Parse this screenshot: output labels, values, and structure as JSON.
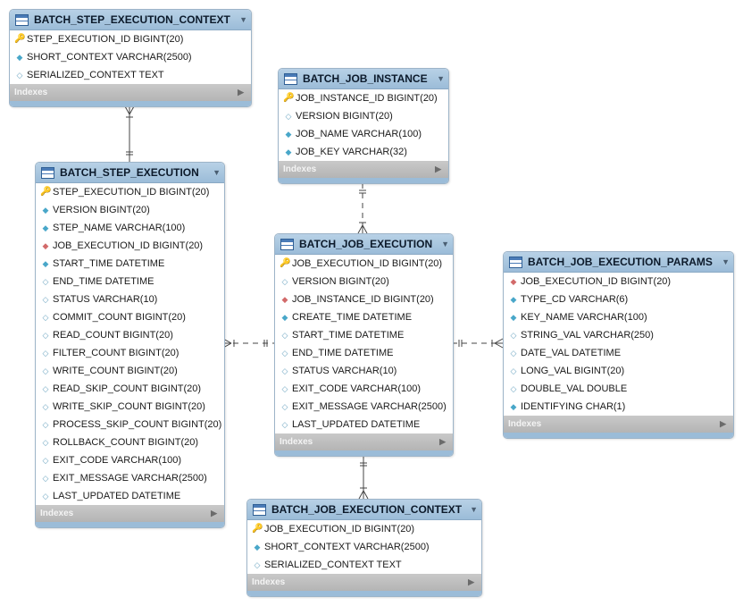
{
  "icons": {
    "primary_key": "key-icon",
    "foreign_key": "red-diamond-icon",
    "not_null": "filled-diamond-icon",
    "nullable": "hollow-diamond-icon",
    "table": "table-icon"
  },
  "indexes_label": "Indexes",
  "tables": [
    {
      "id": "batch_step_execution_context",
      "name": "BATCH_STEP_EXECUTION_CONTEXT",
      "columns": [
        {
          "text": "STEP_EXECUTION_ID BIGINT(20)",
          "icon": "pk"
        },
        {
          "text": "SHORT_CONTEXT VARCHAR(2500)",
          "icon": "nn"
        },
        {
          "text": "SERIALIZED_CONTEXT TEXT",
          "icon": "null"
        }
      ]
    },
    {
      "id": "batch_job_instance",
      "name": "BATCH_JOB_INSTANCE",
      "columns": [
        {
          "text": "JOB_INSTANCE_ID BIGINT(20)",
          "icon": "pk"
        },
        {
          "text": "VERSION BIGINT(20)",
          "icon": "null"
        },
        {
          "text": "JOB_NAME VARCHAR(100)",
          "icon": "nn"
        },
        {
          "text": "JOB_KEY VARCHAR(32)",
          "icon": "nn"
        }
      ]
    },
    {
      "id": "batch_step_execution",
      "name": "BATCH_STEP_EXECUTION",
      "columns": [
        {
          "text": "STEP_EXECUTION_ID BIGINT(20)",
          "icon": "pk"
        },
        {
          "text": "VERSION BIGINT(20)",
          "icon": "nn"
        },
        {
          "text": "STEP_NAME VARCHAR(100)",
          "icon": "nn"
        },
        {
          "text": "JOB_EXECUTION_ID BIGINT(20)",
          "icon": "fk"
        },
        {
          "text": "START_TIME DATETIME",
          "icon": "nn"
        },
        {
          "text": "END_TIME DATETIME",
          "icon": "null"
        },
        {
          "text": "STATUS VARCHAR(10)",
          "icon": "null"
        },
        {
          "text": "COMMIT_COUNT BIGINT(20)",
          "icon": "null"
        },
        {
          "text": "READ_COUNT BIGINT(20)",
          "icon": "null"
        },
        {
          "text": "FILTER_COUNT BIGINT(20)",
          "icon": "null"
        },
        {
          "text": "WRITE_COUNT BIGINT(20)",
          "icon": "null"
        },
        {
          "text": "READ_SKIP_COUNT BIGINT(20)",
          "icon": "null"
        },
        {
          "text": "WRITE_SKIP_COUNT BIGINT(20)",
          "icon": "null"
        },
        {
          "text": "PROCESS_SKIP_COUNT BIGINT(20)",
          "icon": "null"
        },
        {
          "text": "ROLLBACK_COUNT BIGINT(20)",
          "icon": "null"
        },
        {
          "text": "EXIT_CODE VARCHAR(100)",
          "icon": "null"
        },
        {
          "text": "EXIT_MESSAGE VARCHAR(2500)",
          "icon": "null"
        },
        {
          "text": "LAST_UPDATED DATETIME",
          "icon": "null"
        }
      ]
    },
    {
      "id": "batch_job_execution",
      "name": "BATCH_JOB_EXECUTION",
      "columns": [
        {
          "text": "JOB_EXECUTION_ID BIGINT(20)",
          "icon": "pk"
        },
        {
          "text": "VERSION BIGINT(20)",
          "icon": "null"
        },
        {
          "text": "JOB_INSTANCE_ID BIGINT(20)",
          "icon": "fk"
        },
        {
          "text": "CREATE_TIME DATETIME",
          "icon": "nn"
        },
        {
          "text": "START_TIME DATETIME",
          "icon": "null"
        },
        {
          "text": "END_TIME DATETIME",
          "icon": "null"
        },
        {
          "text": "STATUS VARCHAR(10)",
          "icon": "null"
        },
        {
          "text": "EXIT_CODE VARCHAR(100)",
          "icon": "null"
        },
        {
          "text": "EXIT_MESSAGE VARCHAR(2500)",
          "icon": "null"
        },
        {
          "text": "LAST_UPDATED DATETIME",
          "icon": "null"
        }
      ]
    },
    {
      "id": "batch_job_execution_params",
      "name": "BATCH_JOB_EXECUTION_PARAMS",
      "columns": [
        {
          "text": "JOB_EXECUTION_ID BIGINT(20)",
          "icon": "fk"
        },
        {
          "text": "TYPE_CD VARCHAR(6)",
          "icon": "nn"
        },
        {
          "text": "KEY_NAME VARCHAR(100)",
          "icon": "nn"
        },
        {
          "text": "STRING_VAL VARCHAR(250)",
          "icon": "null"
        },
        {
          "text": "DATE_VAL DATETIME",
          "icon": "null"
        },
        {
          "text": "LONG_VAL BIGINT(20)",
          "icon": "null"
        },
        {
          "text": "DOUBLE_VAL DOUBLE",
          "icon": "null"
        },
        {
          "text": "IDENTIFYING CHAR(1)",
          "icon": "nn"
        }
      ]
    },
    {
      "id": "batch_job_execution_context",
      "name": "BATCH_JOB_EXECUTION_CONTEXT",
      "columns": [
        {
          "text": "JOB_EXECUTION_ID BIGINT(20)",
          "icon": "pk"
        },
        {
          "text": "SHORT_CONTEXT VARCHAR(2500)",
          "icon": "nn"
        },
        {
          "text": "SERIALIZED_CONTEXT TEXT",
          "icon": "null"
        }
      ]
    }
  ],
  "relationships": [
    {
      "from": "batch_step_execution_context",
      "to": "batch_step_execution",
      "from_end": "many",
      "to_end": "one",
      "style": "solid"
    },
    {
      "from": "batch_job_instance",
      "to": "batch_job_execution",
      "from_end": "one",
      "to_end": "many",
      "style": "dashed"
    },
    {
      "from": "batch_step_execution",
      "to": "batch_job_execution",
      "from_end": "many",
      "to_end": "one",
      "style": "dashed"
    },
    {
      "from": "batch_job_execution",
      "to": "batch_job_execution_params",
      "from_end": "one",
      "to_end": "many",
      "style": "dashed"
    },
    {
      "from": "batch_job_execution",
      "to": "batch_job_execution_context",
      "from_end": "one",
      "to_end": "many",
      "style": "solid"
    }
  ]
}
